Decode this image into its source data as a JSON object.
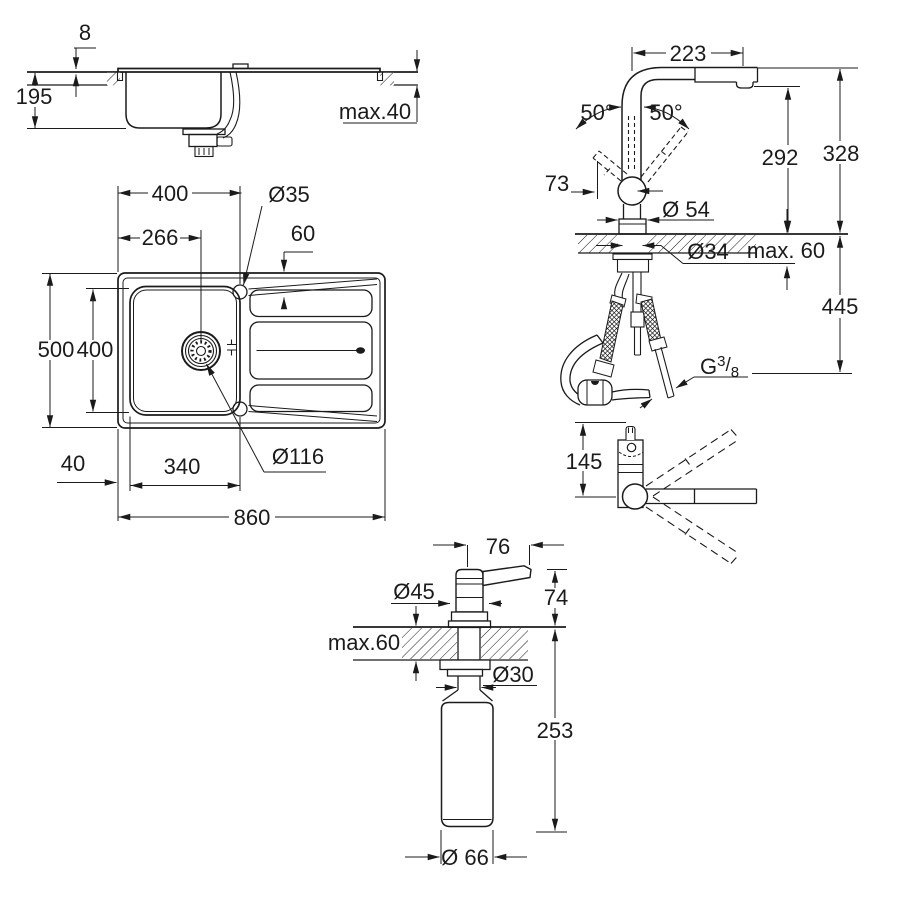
{
  "views": {
    "side": {
      "rim": "8",
      "depth": "195",
      "counter": "max.40"
    },
    "top": {
      "bowl_w": "400",
      "drain_cc": "266",
      "hole": "Ø35",
      "hole_off": "60",
      "depth": "500",
      "bowl_d": "400",
      "strainer": "Ø116",
      "edge": "40",
      "bowl_in": "340",
      "length": "860"
    },
    "faucet": {
      "reach": "223",
      "swl": "50°",
      "swr": "50°",
      "lever": "73",
      "h_outlet": "292",
      "h_total": "328",
      "base": "Ø 54",
      "shank": "Ø34",
      "counter": "max. 60",
      "below": "445",
      "thread_g": "G",
      "thread_n": "3",
      "thread_s": "/",
      "thread_d": "8",
      "head": "145"
    },
    "disp": {
      "reach": "76",
      "flange": "Ø45",
      "head": "74",
      "counter": "max.60",
      "shank": "Ø30",
      "below": "253",
      "bottle": "Ø 66"
    }
  }
}
